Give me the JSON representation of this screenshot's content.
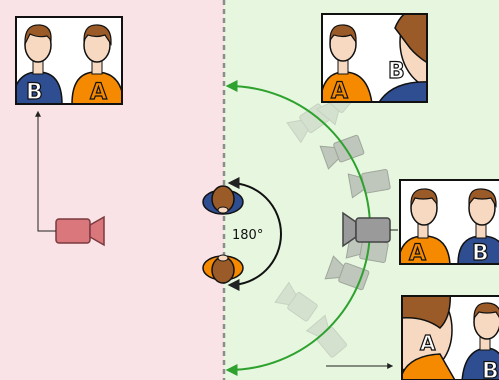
{
  "diagram": {
    "angle_label": "180°",
    "frames": [
      {
        "id": "frame-top-left",
        "left_label": "B",
        "right_label": "A"
      },
      {
        "id": "frame-top-right",
        "left_label": "A",
        "right_label": "B"
      },
      {
        "id": "frame-mid-right",
        "left_label": "A",
        "right_label": "B"
      },
      {
        "id": "frame-bottom-right",
        "left_label": "A",
        "right_label": "B"
      }
    ],
    "colors": {
      "left_zone": "#fae3e6",
      "right_zone": "#e6f6df",
      "divider": "#8c8c8c",
      "arc": "#2ea12e",
      "person_a_shirt": "#f58a00",
      "person_b_shirt": "#2f4e91",
      "camera_bad": "#d9777c",
      "camera_good": "#9a9a9a",
      "hair": "#9a5b28",
      "skin": "#f6d9c0"
    }
  }
}
